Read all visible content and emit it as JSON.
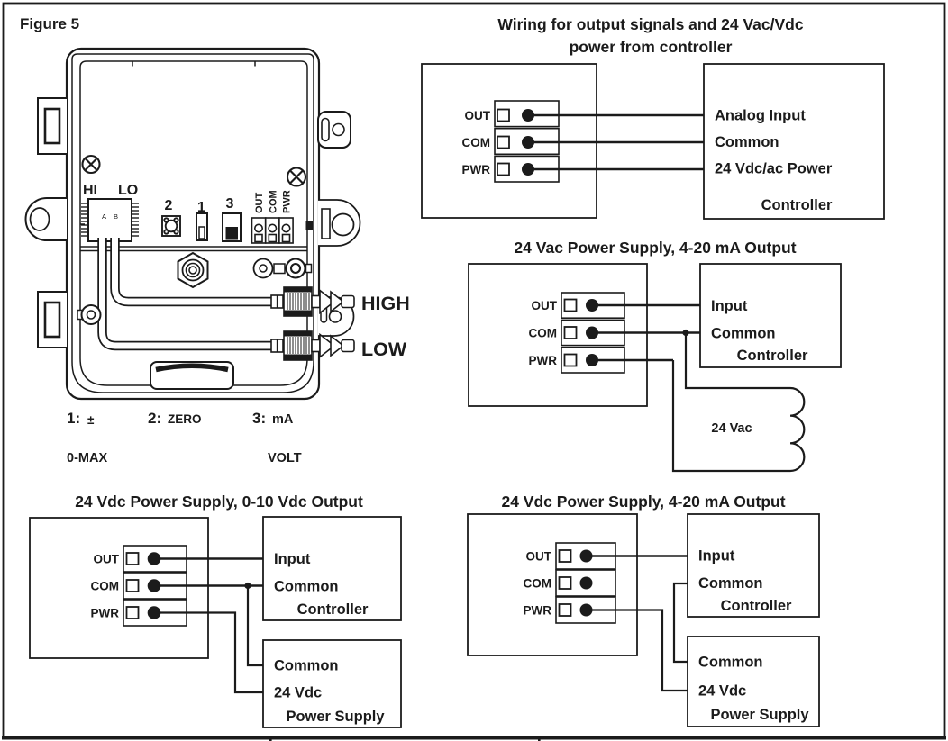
{
  "figure_label": "Figure 5",
  "device": {
    "hi_label": "HI",
    "lo_label": "LO",
    "pin_a": "A",
    "pin_b": "B",
    "zero_button": "2",
    "switch_1": "1",
    "switch_3": "3",
    "terminals": [
      "OUT",
      "COM",
      "PWR"
    ],
    "port_high": "HIGH",
    "port_low": "LOW",
    "legend": {
      "item1_key": "1:",
      "item1_value": "±",
      "item1_range": "0-MAX",
      "item2_key": "2:",
      "item2_value": "ZERO",
      "item3_key": "3:",
      "item3_value": "mA",
      "item3_unit": "VOLT"
    }
  },
  "diagrams": {
    "top_right": {
      "title_line1": "Wiring for output signals and 24 Vac/Vdc",
      "title_line2": "power from controller",
      "terminals": [
        "OUT",
        "COM",
        "PWR"
      ],
      "controller": {
        "line1": "Analog Input",
        "line2": "Common",
        "line3": "24 Vdc/ac Power",
        "name": "Controller"
      }
    },
    "middle_right": {
      "title": "24 Vac Power Supply, 4-20 mA Output",
      "terminals": [
        "OUT",
        "COM",
        "PWR"
      ],
      "controller": {
        "line1": "Input",
        "line2": "Common",
        "name": "Controller"
      },
      "transformer_label": "24 Vac"
    },
    "bottom_left": {
      "title": "24 Vdc Power Supply, 0-10 Vdc Output",
      "terminals": [
        "OUT",
        "COM",
        "PWR"
      ],
      "controller": {
        "line1": "Input",
        "line2": "Common",
        "name": "Controller"
      },
      "power_supply": {
        "line1": "Common",
        "line2": "24 Vdc",
        "name": "Power Supply"
      }
    },
    "bottom_right": {
      "title": "24 Vdc Power Supply, 4-20 mA Output",
      "terminals": [
        "OUT",
        "COM",
        "PWR"
      ],
      "controller": {
        "line1": "Input",
        "line2": "Common",
        "name": "Controller"
      },
      "power_supply": {
        "line1": "Common",
        "line2": "24 Vdc",
        "name": "Power Supply"
      }
    }
  },
  "colors": {
    "line": "#1b1b1b",
    "background": "#ffffff"
  }
}
